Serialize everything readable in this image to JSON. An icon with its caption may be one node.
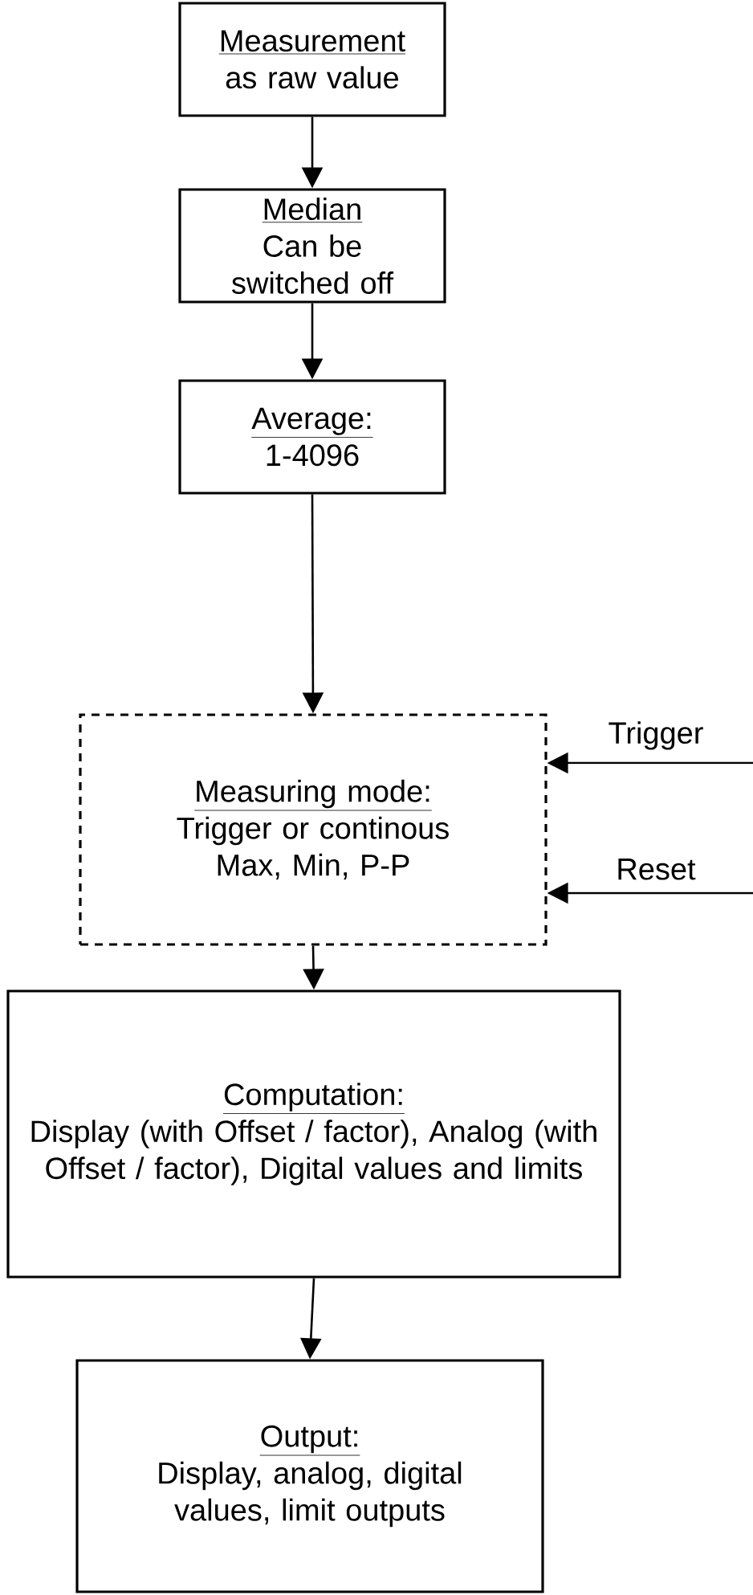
{
  "diagram": {
    "nodes": [
      {
        "text": [
          "Measurement",
          "as raw value"
        ]
      },
      {
        "text": [
          "Median",
          "Can be switched off"
        ]
      },
      {
        "text": [
          "Average:",
          "1-4096"
        ]
      },
      {
        "text": [
          "Measuring mode:",
          "Trigger or continous Max, Min, P-P"
        ]
      },
      {
        "text": [
          "Computation:",
          "Display (with Offset / factor), Analog (with Offset / factor), Digital values and limits"
        ]
      },
      {
        "text": [
          "Output:",
          "Display, analog, digital values, limit outputs"
        ]
      }
    ],
    "edges": [
      {
        "from": 0,
        "to": 1,
        "arrow": "to"
      },
      {
        "from": 1,
        "to": 2,
        "arrow": "to"
      },
      {
        "from": 2,
        "to": 3,
        "arrow": "to"
      },
      {
        "from": null,
        "to": 3,
        "arrow": "to",
        "label": "Trigger"
      },
      {
        "from": null,
        "to": 3,
        "arrow": "to",
        "label": "Reset"
      },
      {
        "from": 3,
        "to": 4,
        "arrow": "to"
      },
      {
        "from": 4,
        "to": 5,
        "arrow": "to"
      }
    ]
  }
}
